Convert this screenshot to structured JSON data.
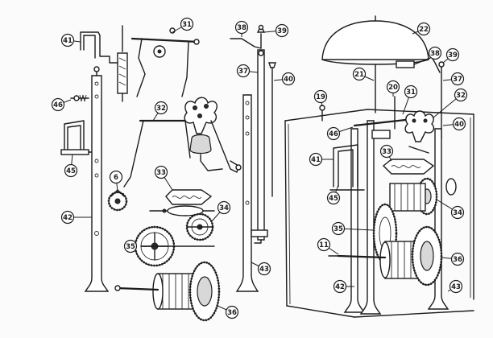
{
  "diagram": {
    "left_labels": [
      "41",
      "46",
      "45",
      "42",
      "6",
      "31",
      "32",
      "33",
      "34",
      "35",
      "36",
      "38",
      "39",
      "37",
      "40",
      "43"
    ],
    "right_labels": [
      "22",
      "38",
      "39",
      "37",
      "21",
      "19",
      "20",
      "31",
      "32",
      "46",
      "40",
      "41",
      "33",
      "45",
      "34",
      "35",
      "11",
      "36",
      "42",
      "43"
    ]
  }
}
